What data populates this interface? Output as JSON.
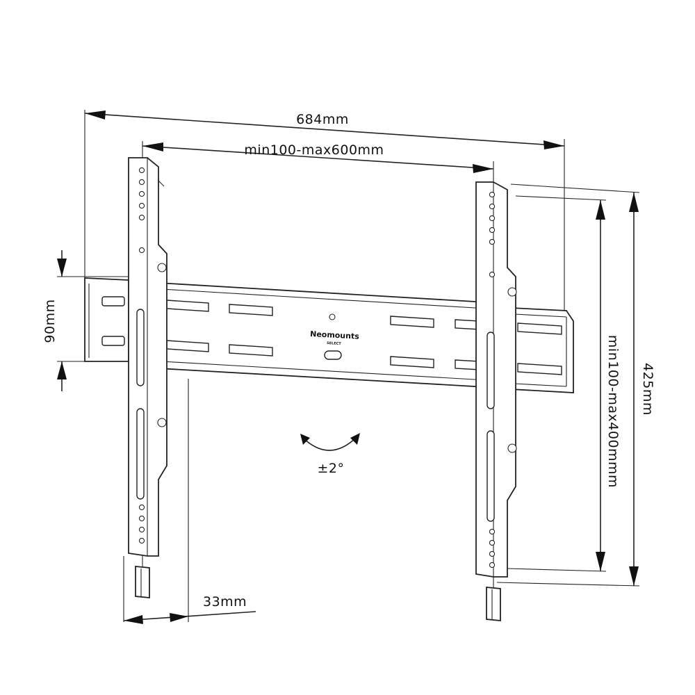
{
  "dimensions": {
    "overall_width": "684mm",
    "vesa_width": "min100-max600mm",
    "rail_height": "90mm",
    "overall_height": "425mm",
    "vesa_height": "min100-max400mmm",
    "depth": "33mm",
    "tilt": "±2°"
  },
  "brand": {
    "name": "Neomounts",
    "sub": "SELECT"
  },
  "colors": {
    "line": "#222222",
    "background": "#ffffff"
  }
}
